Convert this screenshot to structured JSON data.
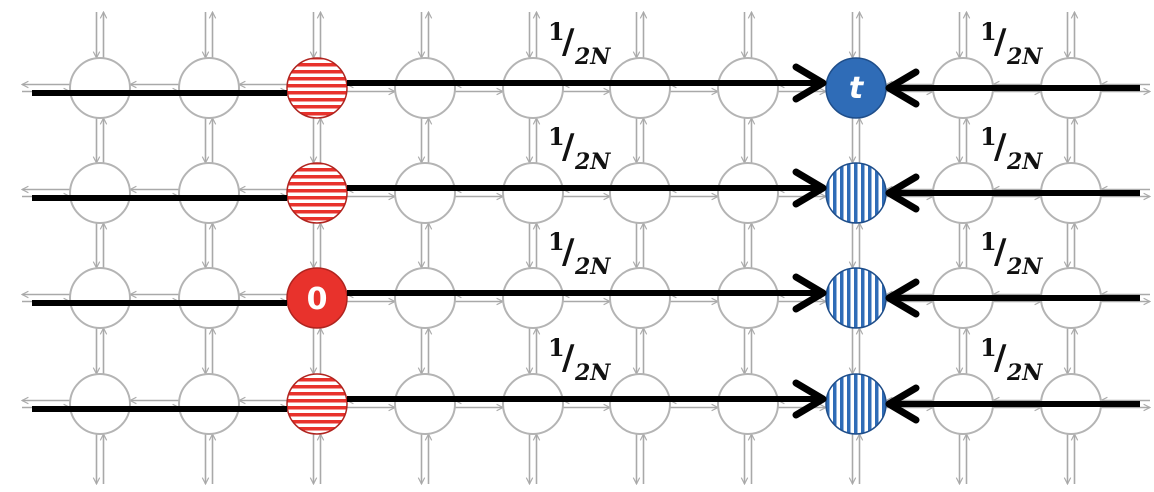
{
  "grid": {
    "rows": 4,
    "cols": 10
  },
  "colors": {
    "grid_line": "#a9a9a9",
    "empty_node_stroke": "#b4b4b4",
    "path": "#000000",
    "source": "#e8322c",
    "source_stroke": "#b0241f",
    "target": "#2f6cb7",
    "target_stroke": "#1f4e8a"
  },
  "source": {
    "col": 2,
    "label": "0",
    "solid_row": 2,
    "pattern": "horizontal-stripes"
  },
  "target": {
    "col": 7,
    "label": "t",
    "solid_row": 0,
    "pattern": "vertical-stripes"
  },
  "edge_labels": {
    "left": {
      "numerator": "1",
      "slash": "/",
      "denominator": "2N"
    },
    "right": {
      "numerator": "1",
      "slash": "/",
      "denominator": "2N"
    }
  }
}
